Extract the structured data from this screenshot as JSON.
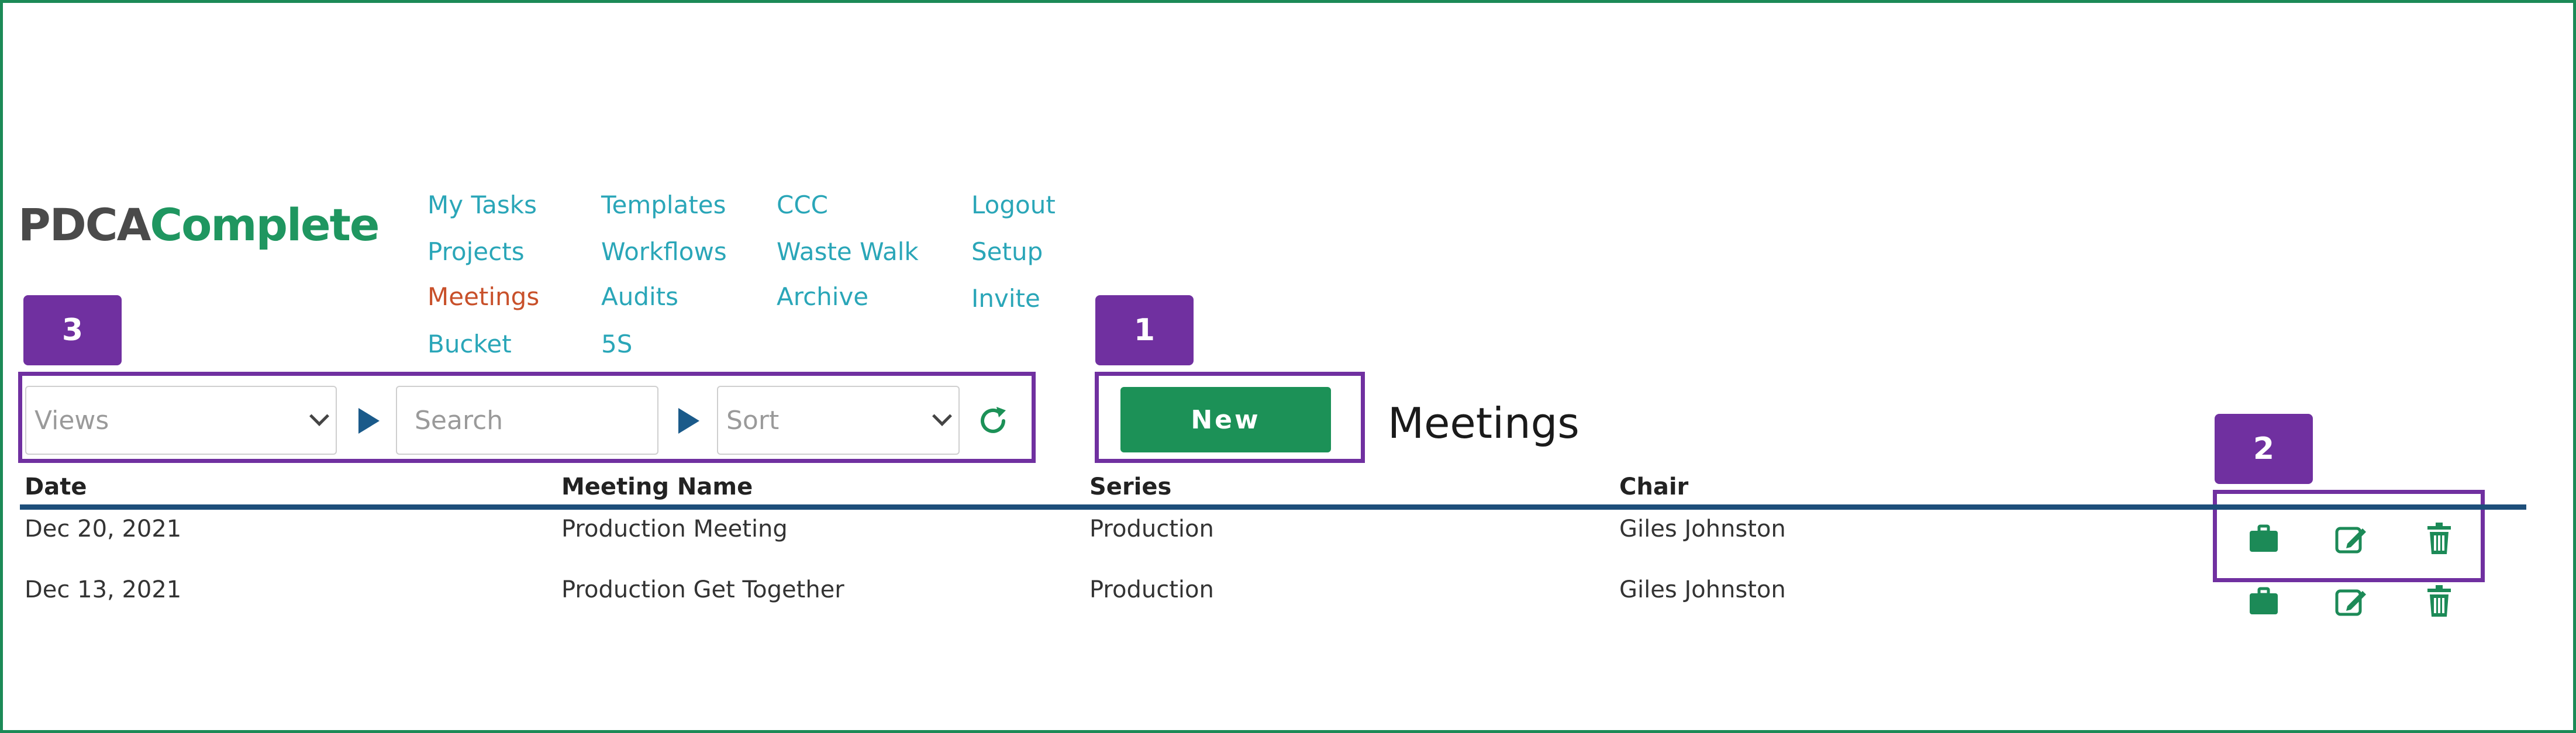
{
  "brand": {
    "logo_part1": "PDCA",
    "logo_part2": "Complete"
  },
  "nav": {
    "col1": [
      "My Tasks",
      "Projects",
      "Meetings",
      "Bucket"
    ],
    "col2": [
      "Templates",
      "Workflows",
      "Audits",
      "5S"
    ],
    "col3": [
      "CCC",
      "Waste Walk",
      "Archive"
    ],
    "col4": [
      "Logout",
      "Setup",
      "Invite"
    ],
    "active": "Meetings"
  },
  "toolbar": {
    "views_placeholder": "Views",
    "search_placeholder": "Search",
    "sort_placeholder": "Sort",
    "new_label": "New"
  },
  "page": {
    "title": "Meetings"
  },
  "annotations": {
    "badge1": "1",
    "badge2": "2",
    "badge3": "3"
  },
  "table": {
    "columns": [
      "Date",
      "Meeting Name",
      "Series",
      "Chair"
    ],
    "rows": [
      {
        "date": "Dec 20, 2021",
        "name": "Production Meeting",
        "series": "Production",
        "chair": "Giles Johnston"
      },
      {
        "date": "Dec 13, 2021",
        "name": "Production Get Together",
        "series": "Production",
        "chair": "Giles Johnston"
      }
    ],
    "row_actions": [
      "briefcase-icon",
      "edit-icon",
      "trash-icon"
    ]
  },
  "colors": {
    "brand_green": "#1f9660",
    "nav_link": "#2aa6b8",
    "nav_active": "#c8502a",
    "annotation_purple": "#7030a0",
    "header_rule": "#1d4e7a"
  }
}
